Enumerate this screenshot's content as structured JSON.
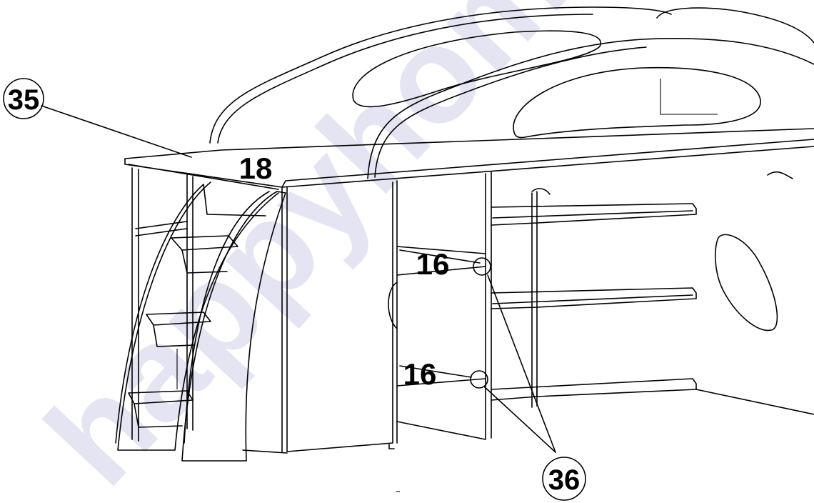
{
  "watermark": {
    "text": "happyhome"
  },
  "labels": {
    "callout_35": "35",
    "callout_36": "36",
    "dim_18": "18",
    "dim_16_top": "16",
    "dim_16_bottom": "16"
  }
}
